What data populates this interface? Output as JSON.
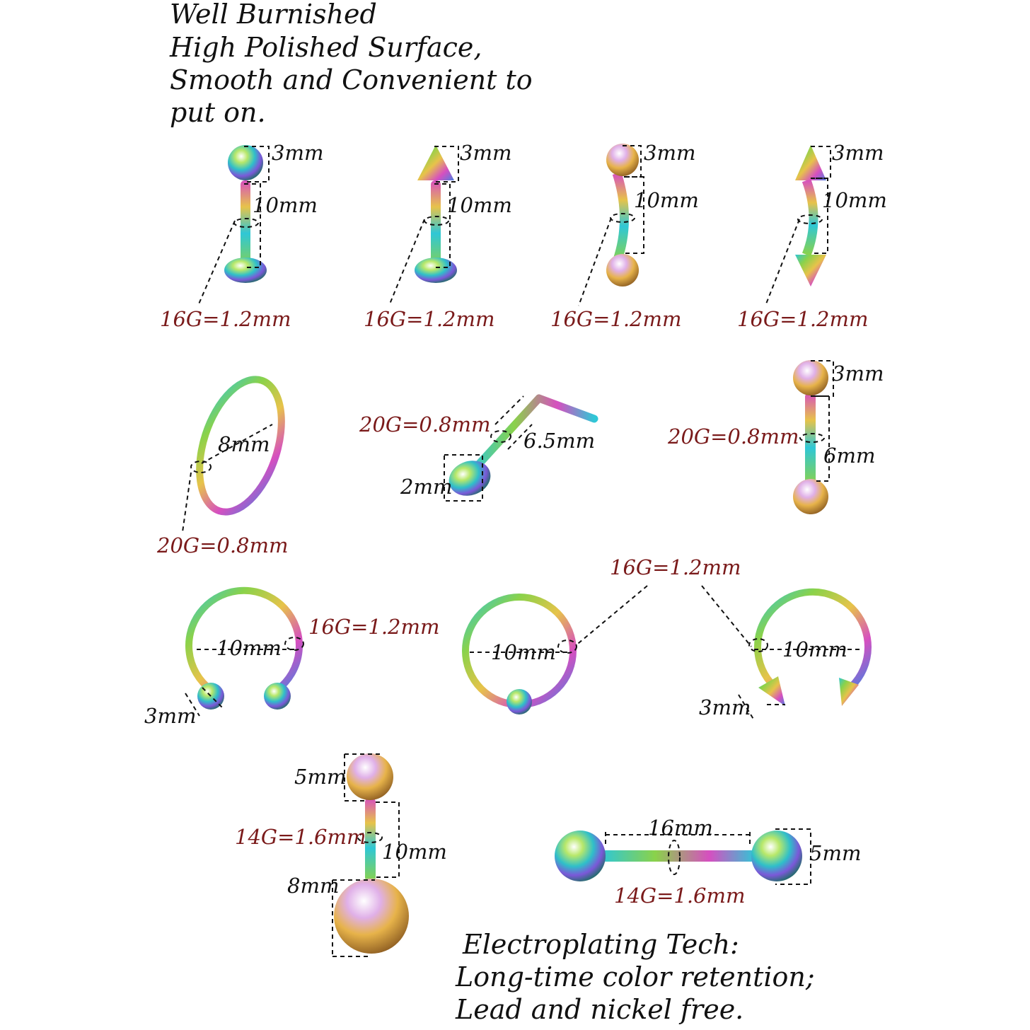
{
  "headline_top": [
    "Well Burnished",
    "High Polished Surface,",
    "Smooth and Convenient to",
    "put on."
  ],
  "headline_bottom": [
    "Electroplating Tech:",
    "Long-time color retention;",
    "Lead and nickel free."
  ],
  "row1": {
    "items": [
      {
        "top": "3mm",
        "length": "10mm",
        "gauge": "16G=1.2mm"
      },
      {
        "top": "3mm",
        "length": "10mm",
        "gauge": "16G=1.2mm"
      },
      {
        "top": "3mm",
        "length": "10mm",
        "gauge": "16G=1.2mm"
      },
      {
        "top": "3mm",
        "length": "10mm",
        "gauge": "16G=1.2mm"
      }
    ]
  },
  "row2": {
    "hoop": {
      "diameter": "8mm",
      "gauge": "20G=0.8mm"
    },
    "nose_stud": {
      "gauge": "20G=0.8mm",
      "length": "6.5mm",
      "head": "2mm"
    },
    "small_barbell": {
      "top": "3mm",
      "gauge": "20G=0.8mm",
      "length": "6mm"
    }
  },
  "row3": {
    "shared_gauge": "16G=1.2mm",
    "horseshoe_ball": {
      "diameter": "10mm",
      "gauge": "16G=1.2mm",
      "ball": "3mm"
    },
    "captive_ring": {
      "diameter": "10mm"
    },
    "horseshoe_spike": {
      "diameter": "10mm",
      "spike": "3mm"
    }
  },
  "row4": {
    "belly": {
      "top": "5mm",
      "gauge": "14G=1.6mm",
      "length": "10mm",
      "bottom": "8mm"
    },
    "tongue_barbell": {
      "length": "16mm",
      "ball": "5mm",
      "gauge": "14G=1.6mm"
    }
  },
  "colors": {
    "gauge_text": "#7a1a1a",
    "text": "#111111"
  }
}
